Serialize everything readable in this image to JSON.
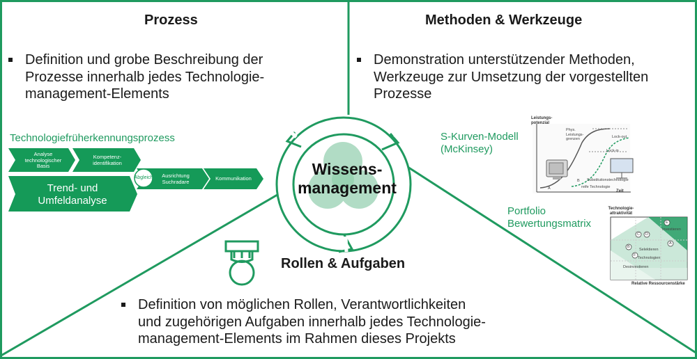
{
  "quadrants": {
    "process": {
      "heading": "Prozess",
      "bullets": [
        [
          "Definition und grobe Beschreibung der",
          "Prozesse innerhalb jedes Technologie-",
          "management-Elements"
        ]
      ]
    },
    "methods": {
      "heading": "Methoden & Werkzeuge",
      "bullets": [
        [
          "Demonstration unterstützender Methoden,",
          "Werkzeuge zur Umsetzung der vorgestellten",
          "Prozesse"
        ]
      ]
    },
    "roles": {
      "heading": "Rollen & Aufgaben",
      "bullets": [
        [
          "Definition von möglichen Rollen, Verantwortlichkeiten",
          "und zugehörigen Aufgaben innerhalb jedes Technologie-",
          "management-Elements im Rahmen dieses Projekts"
        ]
      ]
    }
  },
  "center": {
    "line1": "Wissens-",
    "line2": "management"
  },
  "process_diagram": {
    "title": "Technologiefrüherkennungsprozess",
    "steps": [
      [
        "Analyse",
        "technologischer",
        "Basis"
      ],
      [
        "Kompetenz-",
        "identifikation"
      ],
      [
        "Ausrichtung",
        "Suchradare"
      ],
      [
        "Kommunikation"
      ]
    ],
    "big_step": [
      "Trend- und",
      "Umfeldanalyse"
    ],
    "sync_label": "Abgleich"
  },
  "s_curve": {
    "label": [
      "S-Kurven-Modell",
      "(McKinsey)"
    ],
    "y_axis": [
      "Leistungs-",
      "potenzial"
    ],
    "x_axis": "Zeit",
    "annotations": {
      "phys": [
        "Phys.",
        "Leistungs-",
        "grenzen"
      ],
      "lock_out": "Lock-out",
      "lock_in": "Lock-in",
      "substitute": "Substitutionstechnologie",
      "old_tech": "reife Technologie",
      "point_a": "A",
      "point_b": "B"
    }
  },
  "portfolio": {
    "label": [
      "Portfolio",
      "Bewertungsmatrix"
    ],
    "y_axis": [
      "Technologie-",
      "attraktivität"
    ],
    "x_axis": "Relative Ressourcenstärke",
    "zones": [
      "Investieren",
      "Selektieren",
      "Desinvestieren"
    ],
    "points": [
      "E",
      "C",
      "D",
      "A",
      "B",
      "F"
    ],
    "point_label": "Technologien"
  },
  "colors": {
    "primary": "#1f9a5f",
    "chevron": "#159a58",
    "circle_light": "#a9d9bf",
    "circle_mid": "#8fcfaa"
  }
}
